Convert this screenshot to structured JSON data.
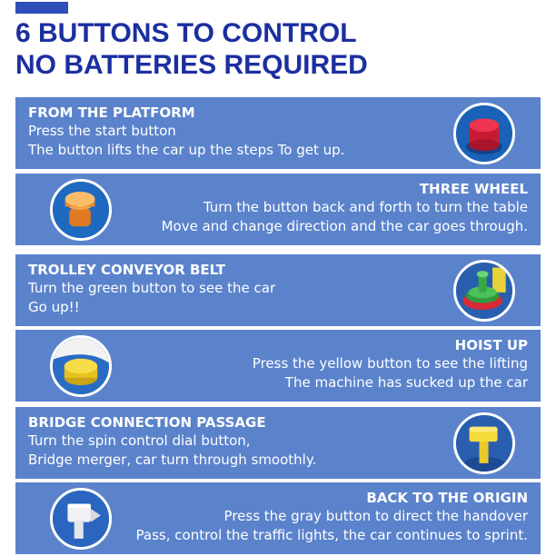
{
  "header": {
    "line1": "6 BUTTONS TO CONTROL",
    "line2": "NO BATTERIES REQUIRED"
  },
  "panels": [
    {
      "title": "FROM THE PLATFORM",
      "lines": [
        "Press the start button",
        "The button lifts the car up the steps To get up."
      ],
      "icon": "red-button-icon",
      "color": "#d81f3c"
    },
    {
      "title": "THREE WHEEL",
      "lines": [
        "Turn the button back and forth to turn the table",
        "Move and change direction and the car goes through."
      ],
      "icon": "orange-knob-icon",
      "color": "#f0963c"
    },
    {
      "title": "TROLLEY CONVEYOR BELT",
      "lines": [
        "Turn the green button to see the car",
        "Go up!!"
      ],
      "icon": "green-knob-icon",
      "color": "#3aa845"
    },
    {
      "title": "HOIST UP",
      "lines": [
        "Press the yellow button to see the lifting",
        "The machine has sucked up the car"
      ],
      "icon": "yellow-button-icon",
      "color": "#f2d23a"
    },
    {
      "title": "BRIDGE CONNECTION PASSAGE",
      "lines": [
        "Turn the spin control dial button,",
        "Bridge merger, car turn through smoothly."
      ],
      "icon": "yellow-dial-icon",
      "color": "#f5dc3c"
    },
    {
      "title": "BACK TO THE ORIGIN",
      "lines": [
        "Press the gray button to direct the handover",
        "Pass, control the traffic lights, the car continues to sprint."
      ],
      "icon": "gray-button-icon",
      "color": "#e6e6ea"
    }
  ],
  "colors": {
    "headline": "#1c2fa0",
    "accent": "#2f4fb8",
    "panel": "#5b83cc"
  }
}
